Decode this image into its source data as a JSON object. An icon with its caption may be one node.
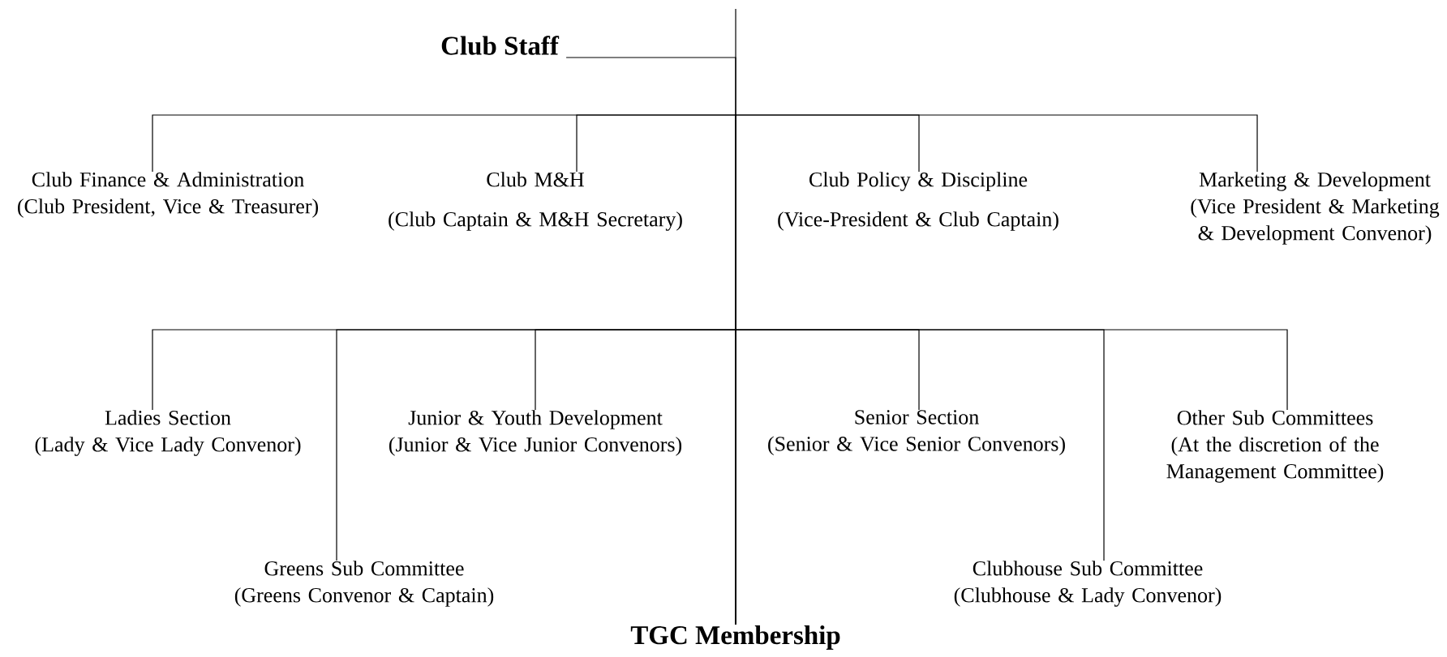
{
  "diagram": {
    "nodes": [
      {
        "text": [
          "Club Staff"
        ]
      },
      {
        "text": [
          "Club Finance & Administration",
          "(Club President, Vice & Treasurer)"
        ]
      },
      {
        "text": [
          "Club M&H",
          "(Club Captain & M&H Secretary)"
        ]
      },
      {
        "text": [
          "Club Policy & Discipline",
          "(Vice-President & Club Captain)"
        ]
      },
      {
        "text": [
          "Marketing & Development",
          "(Vice President & Marketing & Development Convenor)"
        ]
      },
      {
        "text": [
          "Ladies Section",
          "(Lady & Vice Lady Convenor)"
        ]
      },
      {
        "text": [
          "Junior & Youth Development",
          "(Junior & Vice Junior Convenors)"
        ]
      },
      {
        "text": [
          "Senior Section",
          "(Senior & Vice Senior Convenors)"
        ]
      },
      {
        "text": [
          "Other Sub Committees",
          "(At the discretion of the Management Committee)"
        ]
      },
      {
        "text": [
          "Greens Sub Committee",
          "(Greens Convenor & Captain)"
        ]
      },
      {
        "text": [
          "Clubhouse Sub Committee",
          "(Clubhouse & Lady Convenor)"
        ]
      },
      {
        "text": [
          "TGC Membership"
        ]
      }
    ],
    "edges": [
      {
        "from": null,
        "to": 11,
        "arrow": "none"
      },
      {
        "from": 0,
        "to": 11,
        "arrow": "none"
      },
      {
        "from": 1,
        "to": 11,
        "arrow": "none"
      },
      {
        "from": 2,
        "to": 11,
        "arrow": "none"
      },
      {
        "from": 3,
        "to": 11,
        "arrow": "none"
      },
      {
        "from": 4,
        "to": 11,
        "arrow": "none"
      },
      {
        "from": 5,
        "to": 11,
        "arrow": "none"
      },
      {
        "from": 6,
        "to": 11,
        "arrow": "none"
      },
      {
        "from": 7,
        "to": 11,
        "arrow": "none"
      },
      {
        "from": 8,
        "to": 11,
        "arrow": "none"
      },
      {
        "from": 9,
        "to": 11,
        "arrow": "none"
      },
      {
        "from": 10,
        "to": 11,
        "arrow": "none"
      }
    ]
  }
}
